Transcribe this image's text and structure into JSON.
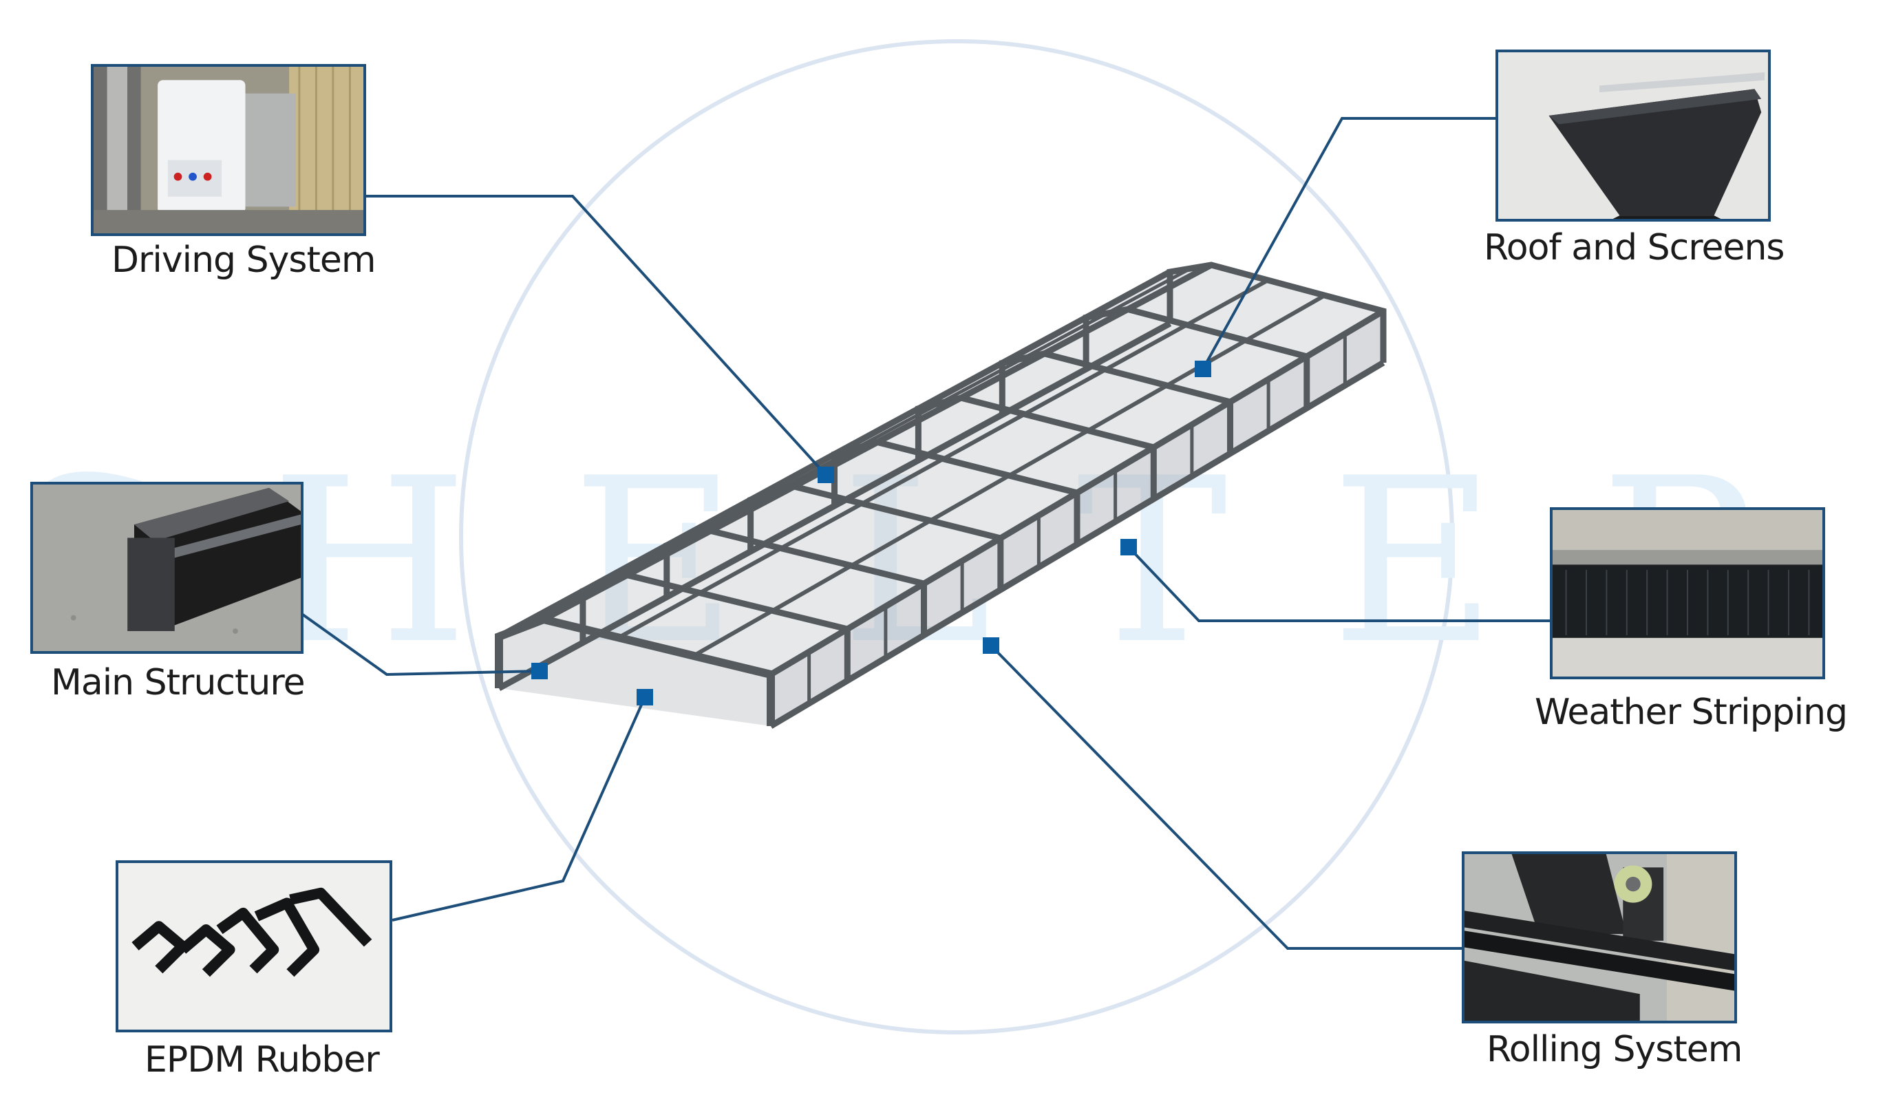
{
  "watermark": "SHELTER",
  "colors": {
    "leader": "#1d4e79",
    "marker": "#0b5fa5",
    "frame": "#555a5e",
    "circle": "#dbe4f1"
  },
  "components": [
    {
      "id": "driving-system",
      "label": "Driving System",
      "photo": "control-box"
    },
    {
      "id": "roof-and-screens",
      "label": "Roof and Screens",
      "photo": "polycarbonate-panel"
    },
    {
      "id": "main-structure",
      "label": "Main Structure",
      "photo": "aluminum-profile"
    },
    {
      "id": "weather-stripping",
      "label": "Weather Stripping",
      "photo": "brush-seal"
    },
    {
      "id": "epdm-rubber",
      "label": "EPDM Rubber",
      "photo": "rubber-profiles"
    },
    {
      "id": "rolling-system",
      "label": "Rolling System",
      "photo": "wheel-on-rail"
    }
  ]
}
